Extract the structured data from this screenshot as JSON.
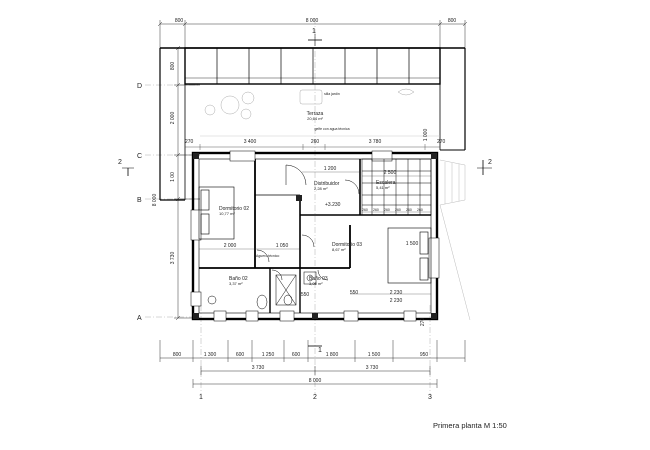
{
  "dimensions": {
    "top": [
      "800",
      "8 000",
      "800"
    ],
    "bottom_row1": [
      "800",
      "1 300",
      "600",
      "1 250",
      "600",
      "1 800",
      "1 500",
      "950"
    ],
    "bottom_row2": [
      "3 730",
      "3 730"
    ],
    "bottom_total": "8 000",
    "left": [
      "800",
      "2 000",
      "1 00",
      "8 000",
      "3 730"
    ],
    "terrace_row": [
      "270",
      "3 400",
      "260",
      "3 780",
      "270"
    ],
    "right": [
      "1 000",
      "270"
    ],
    "interior": [
      "1 200",
      "2 500",
      "2 000",
      "1 050",
      "550",
      "550",
      "2 230",
      "1 500",
      "2 230",
      "260",
      "260",
      "260",
      "260",
      "260",
      "260"
    ]
  },
  "axes": {
    "grid_x": [
      "1",
      "2",
      "3"
    ],
    "grid_y": [
      "D",
      "C",
      "B",
      "A"
    ],
    "section_marks": [
      "1",
      "1",
      "2",
      "2"
    ]
  },
  "rooms": [
    {
      "name": "Terraza",
      "area": "20,64 m²"
    },
    {
      "name": "Distribuidor",
      "area": "2,28 m²"
    },
    {
      "name": "Escalera",
      "area": "5,41 m²"
    },
    {
      "name": "Dormitorio 02",
      "area": "10,77 m²"
    },
    {
      "name": "Dormitorio 03",
      "area": "8,67 m²"
    },
    {
      "name": "Baño 02",
      "area": "3,37 m²"
    },
    {
      "name": "Baño 03",
      "area": "3,06 m²"
    }
  ],
  "level": "+3.230",
  "notes": [
    "silla jardín",
    "gelfe con agua técnica",
    "Aguero técnico"
  ],
  "title": "Primera planta M 1:50"
}
